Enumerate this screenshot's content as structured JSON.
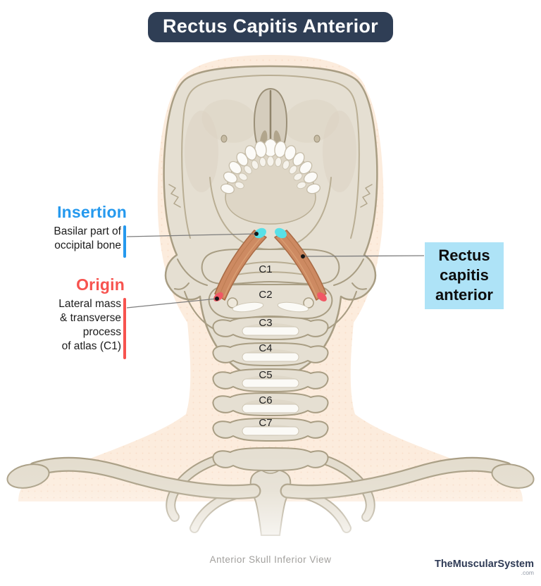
{
  "title": {
    "text": "Rectus Capitis Anterior"
  },
  "annotations": {
    "insertion": {
      "heading": "Insertion",
      "detail": "Basilar part of\noccipital bone"
    },
    "origin": {
      "heading": "Origin",
      "detail": "Lateral mass\n& transverse\nprocess\nof atlas (C1)"
    },
    "muscle": {
      "label": "Rectus\ncapitis\nanterior"
    }
  },
  "vertebrae": [
    "C1",
    "C2",
    "C3",
    "C4",
    "C5",
    "C6",
    "C7"
  ],
  "caption": "Anterior Skull Inferior View",
  "branding": {
    "site": "TheMuscularSystem",
    "tld": ".com"
  },
  "colors": {
    "title_bg": "#2f3e55",
    "insertion_accent": "#2599ee",
    "origin_accent": "#f7534f",
    "muscle_label_bg": "#aee3f7",
    "muscle_fill": "#cd8a62",
    "muscle_outline": "#a96b45",
    "insertion_marker": "#58e0e7",
    "origin_marker": "#f05865",
    "bone_fill": "#e5dfd2",
    "bone_outline": "#a89d83",
    "body_silhouette": "#fcecdd",
    "leader_line": "#7d7d7d"
  }
}
